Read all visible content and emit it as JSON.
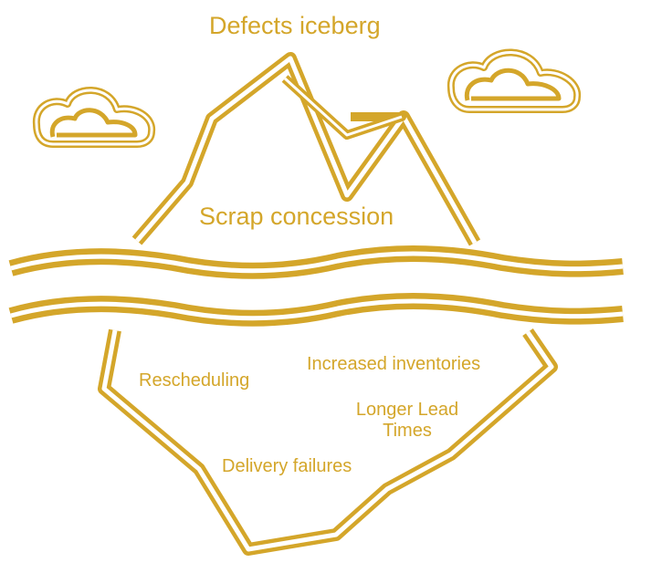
{
  "diagram": {
    "title": "Defects iceberg",
    "above_water": {
      "label": "Scrap concession"
    },
    "below_water": {
      "items": [
        {
          "label": "Rescheduling"
        },
        {
          "label": "Increased inventories"
        },
        {
          "label": "Longer Lead Times"
        },
        {
          "label": "Delivery failures"
        }
      ]
    },
    "icons": {
      "left_cloud": "cloud-icon",
      "right_cloud": "cloud-icon",
      "iceberg_tip": "mountain-peak-icon",
      "water": "wave-icon",
      "iceberg_base": "iceberg-underwater-icon"
    },
    "colors": {
      "accent": "#d4a62a",
      "background": "#ffffff"
    }
  }
}
